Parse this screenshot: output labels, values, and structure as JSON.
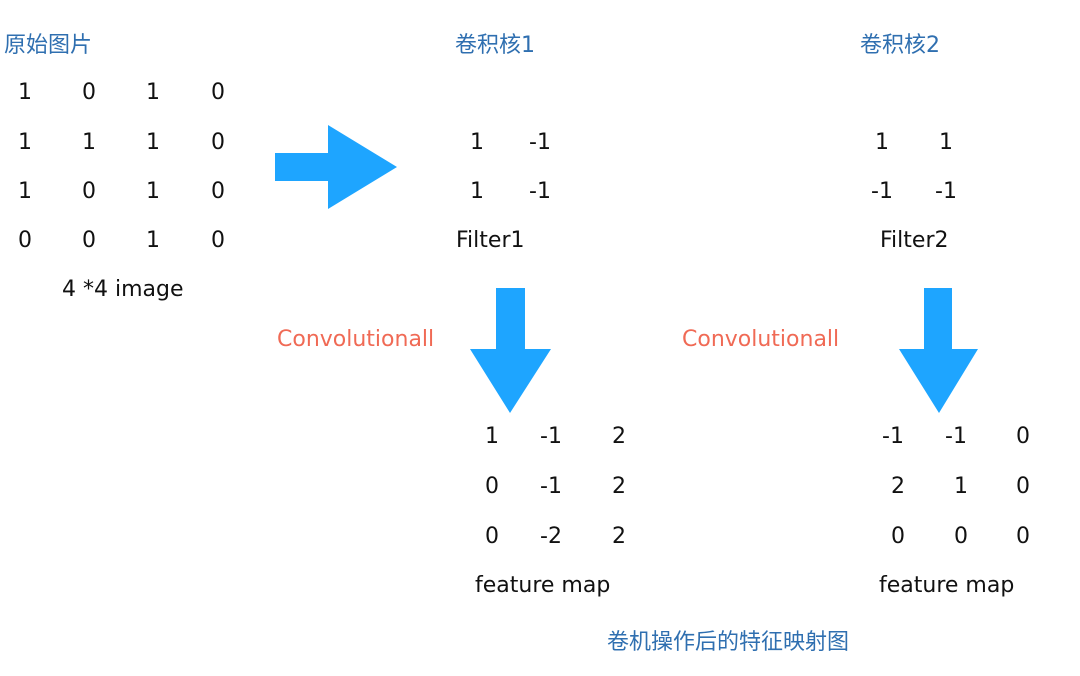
{
  "colors": {
    "heading": "#2f6fb0",
    "arrow": "#1ea5ff",
    "operation": "#f06a55",
    "text": "#111111"
  },
  "source": {
    "heading": "原始图片",
    "matrix": [
      [
        "1",
        "0",
        "1",
        "0"
      ],
      [
        "1",
        "1",
        "1",
        "0"
      ],
      [
        "1",
        "0",
        "1",
        "0"
      ],
      [
        "0",
        "0",
        "1",
        "0"
      ]
    ],
    "caption": "4 *4 image"
  },
  "kernel1": {
    "heading": "卷积核1",
    "matrix": [
      [
        "1",
        "-1"
      ],
      [
        "1",
        "-1"
      ]
    ],
    "caption": "Filter1",
    "operation": "Convolutionall",
    "output": [
      [
        "1",
        "-1",
        "2"
      ],
      [
        "0",
        "-1",
        "2"
      ],
      [
        "0",
        "-2",
        "2"
      ]
    ],
    "output_caption": "feature map"
  },
  "kernel2": {
    "heading": "卷积核2",
    "matrix": [
      [
        "1",
        "1"
      ],
      [
        "-1",
        "-1"
      ]
    ],
    "caption": "Filter2",
    "operation": "Convolutionall",
    "output": [
      [
        "-1",
        "-1",
        "0"
      ],
      [
        "2",
        "1",
        "0"
      ],
      [
        "0",
        "0",
        "0"
      ]
    ],
    "output_caption": "feature map"
  },
  "footer": "卷机操作后的特征映射图"
}
